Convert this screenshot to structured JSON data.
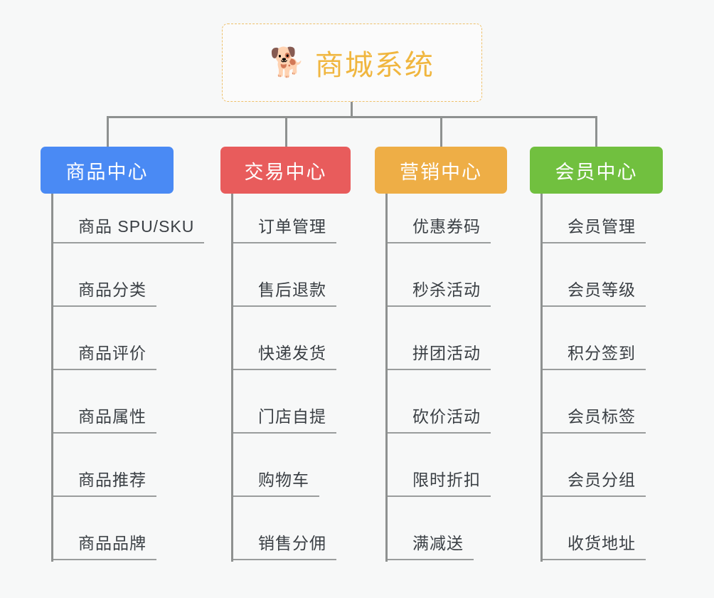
{
  "diagram": {
    "type": "mindmap",
    "title": "商城系统",
    "background_color": "#f7f8f8",
    "root": {
      "label": "商城系统",
      "icon": "shiba-dog-emoji",
      "icon_glyph": "🐕",
      "text_color": "#f0b63f",
      "border_color": "#eec06a",
      "border_style": "dashed"
    },
    "branches": [
      {
        "label": "商品中心",
        "color": "#4a8af4",
        "items": [
          "商品 SPU/SKU",
          "商品分类",
          "商品评价",
          "商品属性",
          "商品推荐",
          "商品品牌"
        ]
      },
      {
        "label": "交易中心",
        "color": "#e85c5c",
        "items": [
          "订单管理",
          "售后退款",
          "快递发货",
          "门店自提",
          "购物车",
          "销售分佣"
        ]
      },
      {
        "label": "营销中心",
        "color": "#eeae46",
        "items": [
          "优惠券码",
          "秒杀活动",
          "拼团活动",
          "砍价活动",
          "限时折扣",
          "满减送"
        ]
      },
      {
        "label": "会员中心",
        "color": "#71c03f",
        "items": [
          "会员管理",
          "会员等级",
          "积分签到",
          "会员标签",
          "会员分组",
          "收货地址"
        ]
      }
    ],
    "connector_color": "#8e9190",
    "leaf_text_color": "#3a3f44",
    "leaf_underline_color": "#9a9d9d"
  }
}
